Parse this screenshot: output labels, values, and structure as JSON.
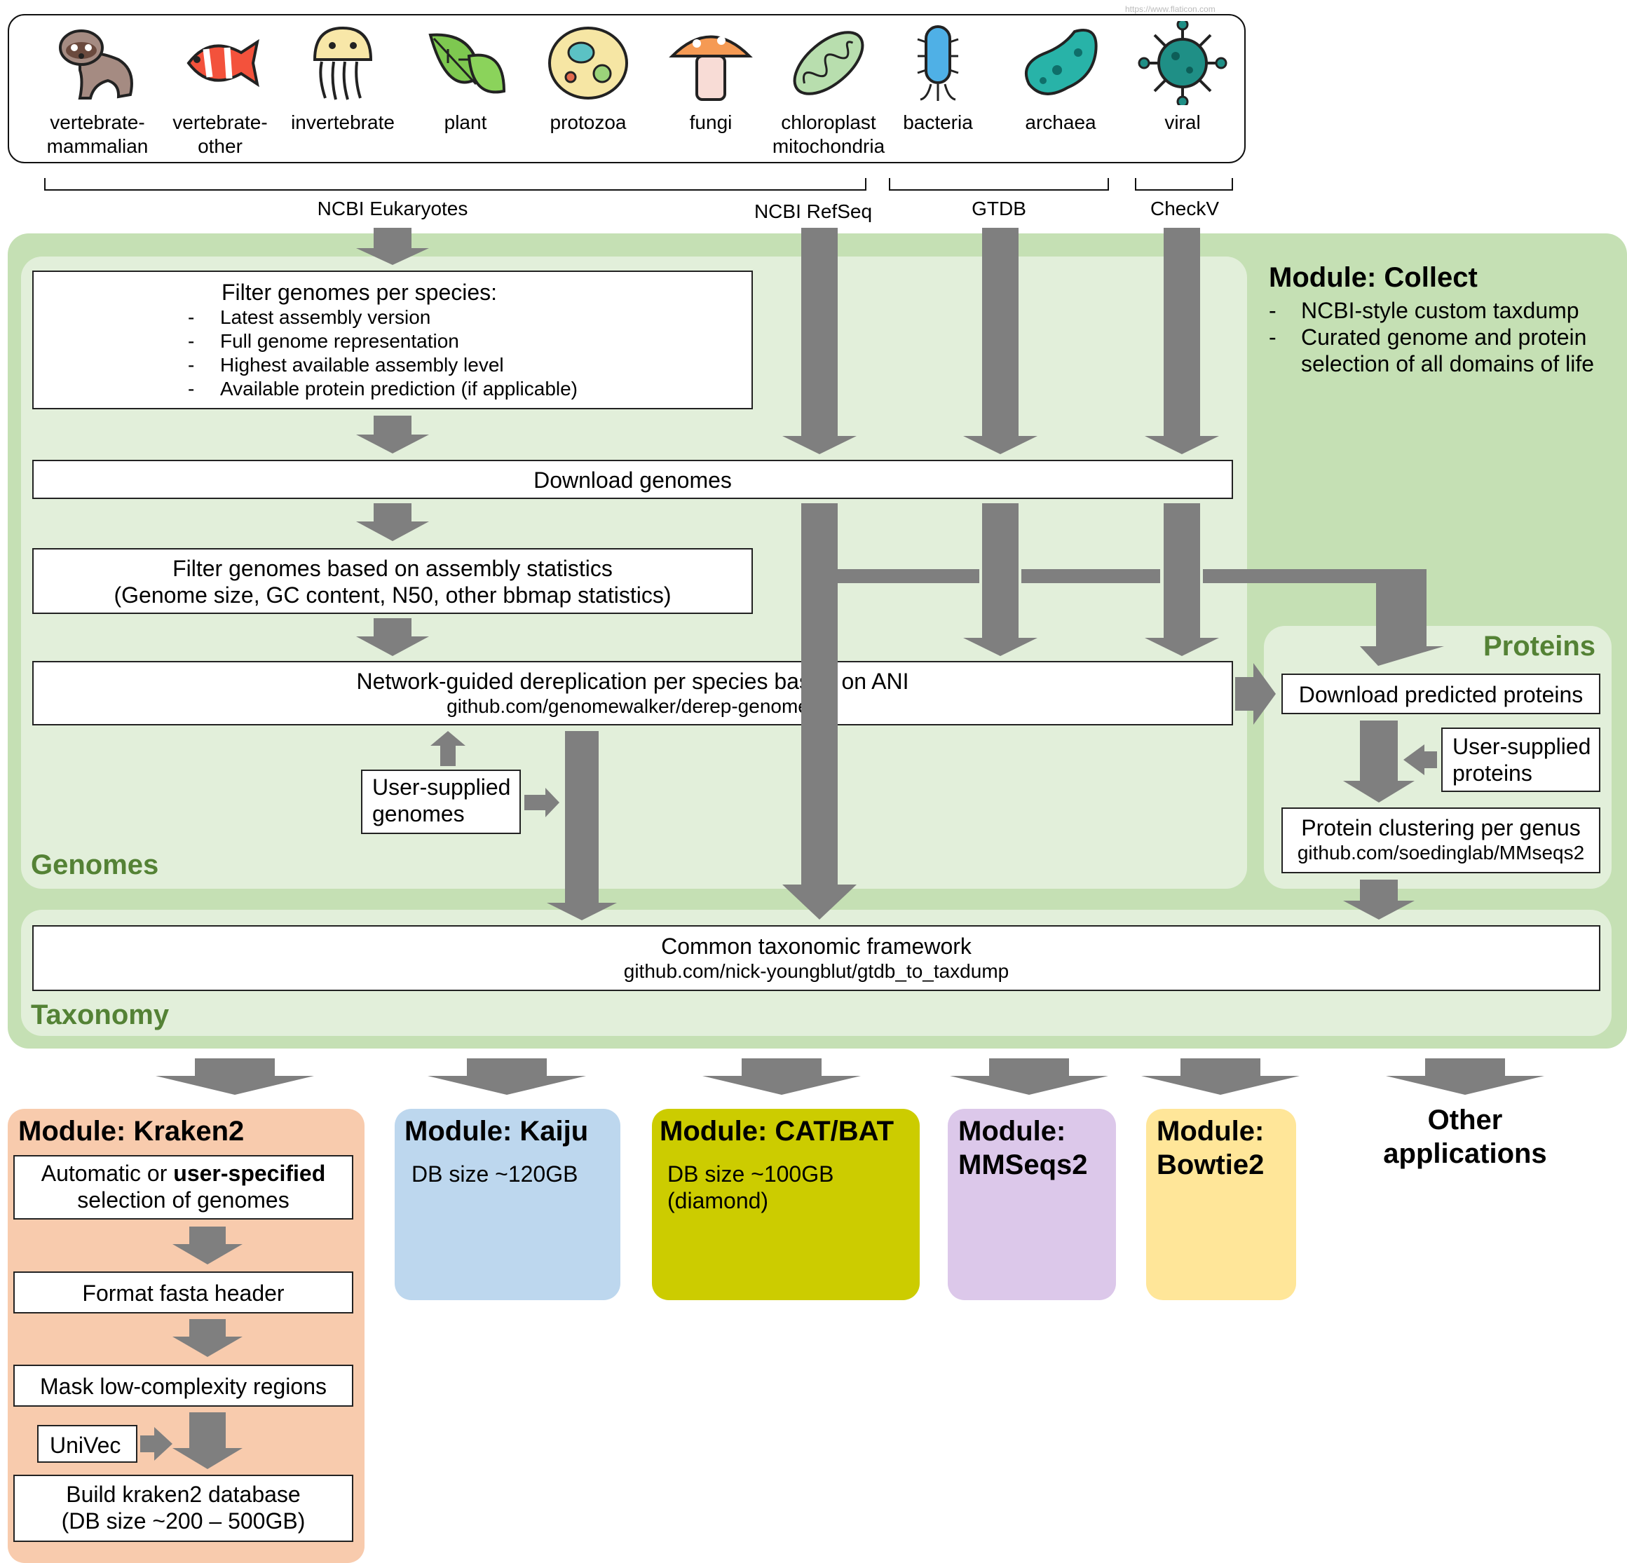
{
  "credit": "https://www.flaticon.com",
  "organisms": [
    {
      "icon": "ferret-icon",
      "line1": "vertebrate-",
      "line2": "mammalian"
    },
    {
      "icon": "clownfish-icon",
      "line1": "vertebrate-",
      "line2": "other"
    },
    {
      "icon": "jellyfish-icon",
      "line1": "invertebrate",
      "line2": ""
    },
    {
      "icon": "leaves-icon",
      "line1": "plant",
      "line2": ""
    },
    {
      "icon": "protozoa-cell-icon",
      "line1": "protozoa",
      "line2": ""
    },
    {
      "icon": "mushroom-icon",
      "line1": "fungi",
      "line2": ""
    },
    {
      "icon": "mitochondrion-icon",
      "line1": "chloroplast",
      "line2": "mitochondria"
    },
    {
      "icon": "bacterium-icon",
      "line1": "bacteria",
      "line2": ""
    },
    {
      "icon": "archaeon-icon",
      "line1": "archaea",
      "line2": ""
    },
    {
      "icon": "virus-icon",
      "line1": "viral",
      "line2": ""
    }
  ],
  "sources": {
    "ncbi_eukaryotes": "NCBI Eukaryotes",
    "ncbi_refseq": "NCBI RefSeq",
    "gtdb": "GTDB",
    "checkv": "CheckV"
  },
  "collect": {
    "title": "Module: Collect",
    "items": [
      "NCBI-style custom taxdump",
      "Curated genome and protein selection of all domains of life"
    ]
  },
  "genomes": {
    "title": "Genomes",
    "filter_species": {
      "heading": "Filter genomes per species:",
      "items": [
        "Latest assembly version",
        "Full genome representation",
        "Highest available assembly level",
        "Available protein prediction (if applicable)"
      ]
    },
    "download": "Download genomes",
    "filter_stats": {
      "line1": "Filter genomes based on assembly statistics",
      "line2": "(Genome size, GC content, N50, other bbmap statistics)"
    },
    "dereplication": {
      "line1": "Network-guided dereplication per species based on ANI",
      "line2": "github.com/genomewalker/derep-genomes"
    },
    "user_supplied": {
      "line1": "User-supplied",
      "line2": "genomes"
    }
  },
  "proteins": {
    "title": "Proteins",
    "download": "Download predicted proteins",
    "user_supplied": {
      "line1": "User-supplied",
      "line2": "proteins"
    },
    "clustering": {
      "line1": "Protein clustering per genus",
      "line2": "github.com/soedinglab/MMseqs2"
    }
  },
  "taxonomy": {
    "title": "Taxonomy",
    "framework": {
      "line1": "Common taxonomic framework",
      "line2": "github.com/nick-youngblut/gtdb_to_taxdump"
    }
  },
  "kraken2": {
    "title": "Module: Kraken2",
    "selection": {
      "pre": "Automatic or ",
      "bold": "user-specified",
      "line2": "selection of genomes"
    },
    "format": "Format fasta header",
    "mask": "Mask low-complexity regions",
    "univec": "UniVec",
    "build": {
      "line1": "Build kraken2 database",
      "line2": "(DB size ~200 – 500GB)"
    }
  },
  "kaiju": {
    "title": "Module: Kaiju",
    "size": "DB size ~120GB"
  },
  "catbat": {
    "title": "Module: CAT/BAT",
    "size1": "DB size ~100GB",
    "size2": "(diamond)"
  },
  "mmseqs2": {
    "line1": "Module:",
    "line2": "MMSeqs2"
  },
  "bowtie2": {
    "line1": "Module:",
    "line2": "Bowtie2"
  },
  "other": {
    "line1": "Other",
    "line2": "applications"
  },
  "colors": {
    "collect_bg": "#c5e0b4",
    "inner_bg": "#e2efda",
    "green_text": "#548235",
    "arrow": "#7f7f7f",
    "kraken_bg": "#f8cbad",
    "kaiju_bg": "#bdd7ee",
    "catbat_bg": "#cccc00",
    "mmseqs_bg": "#dcc8ea",
    "bowtie_bg": "#ffe699"
  }
}
